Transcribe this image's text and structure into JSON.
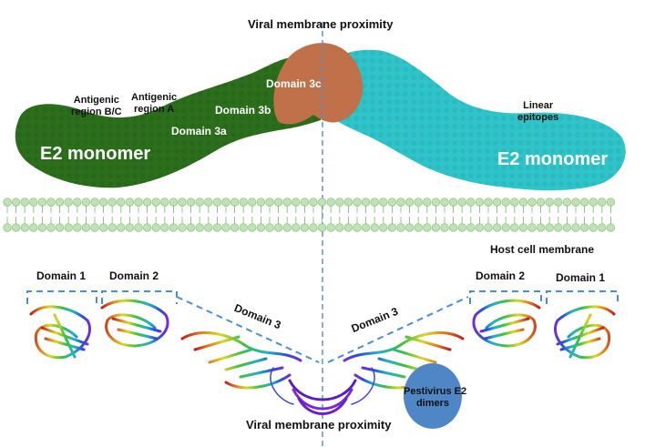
{
  "labels": {
    "top_title": "Viral membrane proximity",
    "bottom_title": "Viral membrane proximity",
    "antigenic_bc": "Antigenic\nregion B/C",
    "antigenic_a": "Antigenic\nregion A",
    "domain_3a": "Domain 3a",
    "domain_3b": "Domain 3b",
    "domain_3c": "Domain 3c",
    "e2_monomer_left": "E2 monomer",
    "e2_monomer_right": "E2 monomer",
    "linear_epitopes": "Linear\nepitopes",
    "host_cell_membrane": "Host cell membrane",
    "domain_1_left": "Domain 1",
    "domain_2_left": "Domain 2",
    "domain_3_left": "Domain 3",
    "domain_3_right": "Domain 3",
    "domain_2_right": "Domain 2",
    "domain_1_right": "Domain 1",
    "pestivirus_label": "Pestivirus E2\ndimers"
  },
  "colors": {
    "monomer_left": "#2b6e1c",
    "monomer_right": "#2ec4c9",
    "domain_3c": "#c0714a",
    "membrane": "#bfe3b4",
    "guide_line": "#4a8fd6",
    "ellipse": "#4f86c6"
  }
}
